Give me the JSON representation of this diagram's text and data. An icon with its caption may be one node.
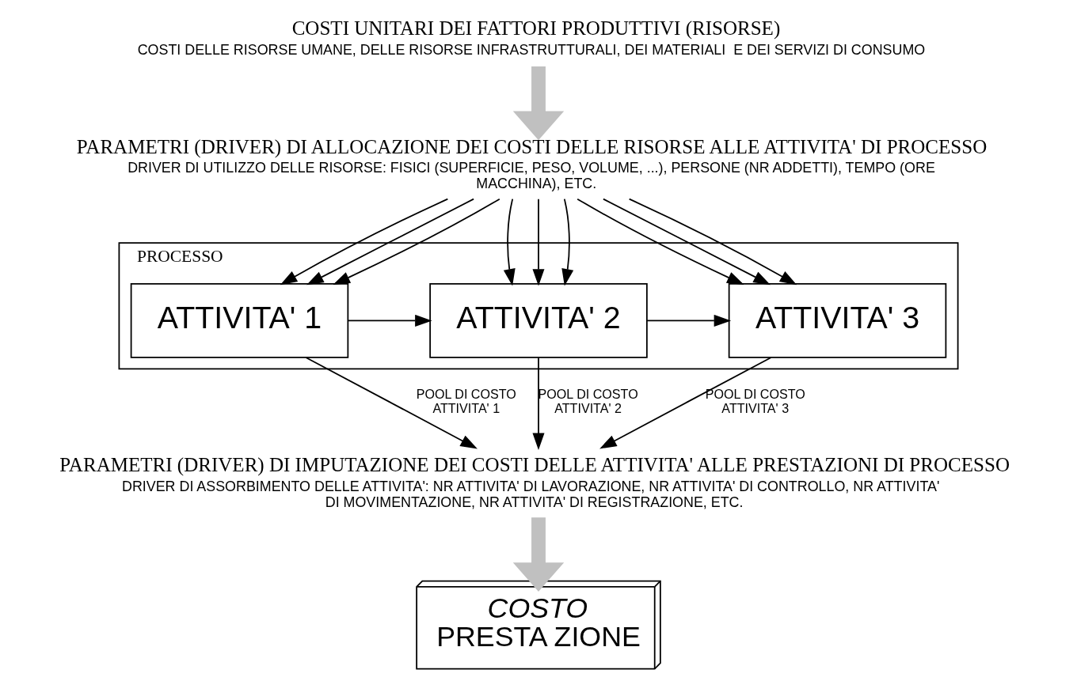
{
  "diagram": {
    "nodes": [
      {
        "text": [
          "COSTI UNITARI DEI FATTORI PRODUTTIVI (RISORSE)",
          "COSTI DELLE RISORSE UMANE, DELLE RISORSE INFRASTRUTTURALI, DEI MATERIALI  E DEI SERVIZI DI CONSUMO"
        ]
      },
      {
        "text": [
          "PARAMETRI (DRIVER) DI ALLOCAZIONE DEI COSTI DELLE RISORSE ALLE ATTIVITA' DI PROCESSO",
          "DRIVER DI UTILIZZO DELLE RISORSE: FISICI (SUPERFICIE, PESO, VOLUME, ...), PERSONE (NR ADDETTI), TEMPO (ORE MACCHINA), ETC."
        ]
      },
      {
        "text": [
          "PROCESSO"
        ]
      },
      {
        "text": [
          "ATTIVITA' 1"
        ],
        "in": 2
      },
      {
        "text": [
          "ATTIVITA' 2"
        ],
        "in": 2
      },
      {
        "text": [
          "ATTIVITA' 3"
        ],
        "in": 2
      },
      {
        "text": [
          "PARAMETRI (DRIVER) DI IMPUTAZIONE DEI COSTI DELLE ATTIVITA' ALLE PRESTAZIONI DI PROCESSO",
          "DRIVER DI ASSORBIMENTO DELLE ATTIVITA': NR ATTIVITA' DI LAVORAZIONE, NR ATTIVITA' DI CONTROLLO, NR ATTIVITA' DI MOVIMENTAZIONE, NR ATTIVITA' DI REGISTRAZIONE, ETC."
        ]
      },
      {
        "text": [
          "COSTO",
          "PRESTA ZIONE"
        ]
      }
    ],
    "edges": [
      {
        "from": 0,
        "to": 1,
        "arrow": "to",
        "style": "thick",
        "color": "#c0c0c0"
      },
      {
        "from": 1,
        "to": 3,
        "arrow": "to"
      },
      {
        "from": 1,
        "to": 3,
        "arrow": "to"
      },
      {
        "from": 1,
        "to": 3,
        "arrow": "to"
      },
      {
        "from": 1,
        "to": 4,
        "arrow": "to"
      },
      {
        "from": 1,
        "to": 4,
        "arrow": "to"
      },
      {
        "from": 1,
        "to": 4,
        "arrow": "to"
      },
      {
        "from": 1,
        "to": 5,
        "arrow": "to"
      },
      {
        "from": 1,
        "to": 5,
        "arrow": "to"
      },
      {
        "from": 1,
        "to": 5,
        "arrow": "to"
      },
      {
        "from": 3,
        "to": 4,
        "arrow": "to"
      },
      {
        "from": 4,
        "to": 5,
        "arrow": "to"
      },
      {
        "from": 3,
        "to": 6,
        "arrow": "to",
        "label": "POOL DI COSTO ATTIVITA' 1"
      },
      {
        "from": 4,
        "to": 6,
        "arrow": "to",
        "label": "POOL DI COSTO ATTIVITA' 2"
      },
      {
        "from": 5,
        "to": 6,
        "arrow": "to",
        "label": "POOL DI COSTO ATTIVITA' 3"
      },
      {
        "from": 6,
        "to": 7,
        "arrow": "to",
        "style": "thick",
        "color": "#c0c0c0"
      }
    ]
  }
}
